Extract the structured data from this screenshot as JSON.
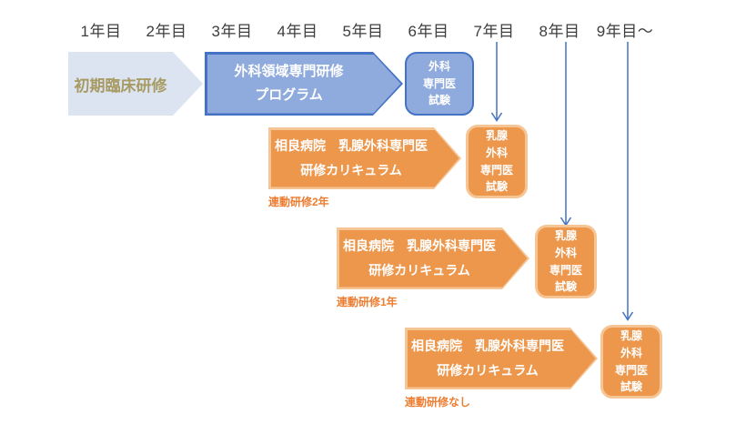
{
  "years": [
    "1年目",
    "2年目",
    "3年目",
    "4年目",
    "5年目",
    "6年目",
    "7年目",
    "8年目",
    "9年目～"
  ],
  "phase1": {
    "initial_training": "初期臨床研修",
    "surgical_program": "外科領域専門研修\nプログラム",
    "surgical_exam": "外科\n専門医\n試験"
  },
  "breast_rows": [
    {
      "curriculum": "相良病院　乳腺外科専門医\n研修カリキュラム",
      "note": "連動研修2年",
      "exam": "乳腺\n外科\n専門医\n試験"
    },
    {
      "curriculum": "相良病院　乳腺外科専門医\n研修カリキュラム",
      "note": "連動研修1年",
      "exam": "乳腺\n外科\n専門医\n試験"
    },
    {
      "curriculum": "相良病院　乳腺外科専門医\n研修カリキュラム",
      "note": "連動研修なし",
      "exam": "乳腺\n外科\n専門医\n試験"
    }
  ],
  "colors": {
    "accent_blue": "#4472c4",
    "blue_fill": "#8faadc",
    "pale_blue_fill": "#dce4f2",
    "tan_text": "#a79b63",
    "orange_fill": "#ed974c",
    "orange_border": "#f6c596",
    "orange_note_text": "#ed7d31",
    "year_text": "#3d3d3d"
  }
}
